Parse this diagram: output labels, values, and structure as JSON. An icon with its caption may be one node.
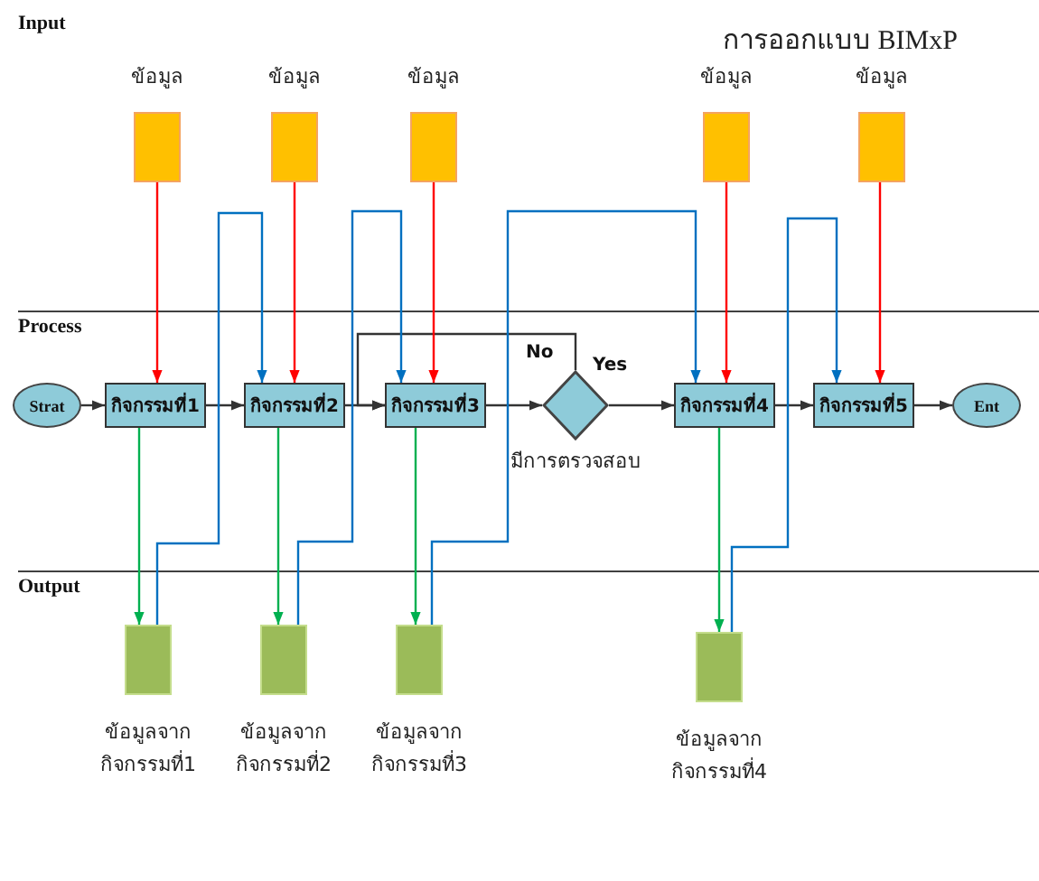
{
  "diagram": {
    "title": "การออกแบบ BIMxP",
    "nodes": [
      {
        "text": [
          "ข้อมูล"
        ]
      },
      {
        "text": [
          "ข้อมูล"
        ]
      },
      {
        "text": [
          "ข้อมูล"
        ]
      },
      {
        "text": [
          "ข้อมูล"
        ]
      },
      {
        "text": [
          "ข้อมูล"
        ]
      },
      {
        "text": [
          "Strat"
        ]
      },
      {
        "text": [
          "กิจกรรมที่1"
        ]
      },
      {
        "text": [
          "กิจกรรมที่2"
        ]
      },
      {
        "text": [
          "กิจกรรมที่3"
        ]
      },
      {
        "text": [
          "มีการตรวจสอบ"
        ]
      },
      {
        "text": [
          "กิจกรรมที่4"
        ]
      },
      {
        "text": [
          "กิจกรรมที่5"
        ]
      },
      {
        "text": [
          "Ent"
        ]
      },
      {
        "text": [
          "ข้อมูลจาก กิจกรรมที่1"
        ]
      },
      {
        "text": [
          "ข้อมูลจาก กิจกรรมที่2"
        ]
      },
      {
        "text": [
          "ข้อมูลจาก กิจกรรมที่3"
        ]
      },
      {
        "text": [
          "ข้อมูลจาก กิจกรรมที่4"
        ]
      }
    ],
    "edges": [
      {
        "from": 5,
        "to": 6,
        "arrow": "to"
      },
      {
        "from": 6,
        "to": 7,
        "arrow": "to"
      },
      {
        "from": 7,
        "to": 8,
        "arrow": "to"
      },
      {
        "from": 8,
        "to": 9,
        "arrow": "to"
      },
      {
        "from": 9,
        "to": 10,
        "arrow": "to",
        "label": "Yes"
      },
      {
        "from": 9,
        "to": 8,
        "arrow": "to",
        "label": "No"
      },
      {
        "from": 10,
        "to": 11,
        "arrow": "to"
      },
      {
        "from": 11,
        "to": 12,
        "arrow": "to"
      },
      {
        "from": 0,
        "to": 6,
        "arrow": "to",
        "color": "#ff0000"
      },
      {
        "from": 1,
        "to": 7,
        "arrow": "to",
        "color": "#ff0000"
      },
      {
        "from": 2,
        "to": 8,
        "arrow": "to",
        "color": "#ff0000"
      },
      {
        "from": 3,
        "to": 10,
        "arrow": "to",
        "color": "#ff0000"
      },
      {
        "from": 4,
        "to": 11,
        "arrow": "to",
        "color": "#ff0000"
      },
      {
        "from": 6,
        "to": 13,
        "arrow": "to",
        "color": "#00b050"
      },
      {
        "from": 7,
        "to": 14,
        "arrow": "to",
        "color": "#00b050"
      },
      {
        "from": 8,
        "to": 15,
        "arrow": "to",
        "color": "#00b050"
      },
      {
        "from": 10,
        "to": 16,
        "arrow": "to",
        "color": "#00b050"
      },
      {
        "from": 13,
        "to": 7,
        "arrow": "to",
        "color": "#0070c0"
      },
      {
        "from": 14,
        "to": 8,
        "arrow": "to",
        "color": "#0070c0"
      },
      {
        "from": 15,
        "to": 10,
        "arrow": "to",
        "color": "#0070c0"
      },
      {
        "from": 16,
        "to": 11,
        "arrow": "to",
        "color": "#0070c0"
      }
    ],
    "labels": [
      "Input",
      "Process",
      "Output"
    ]
  }
}
